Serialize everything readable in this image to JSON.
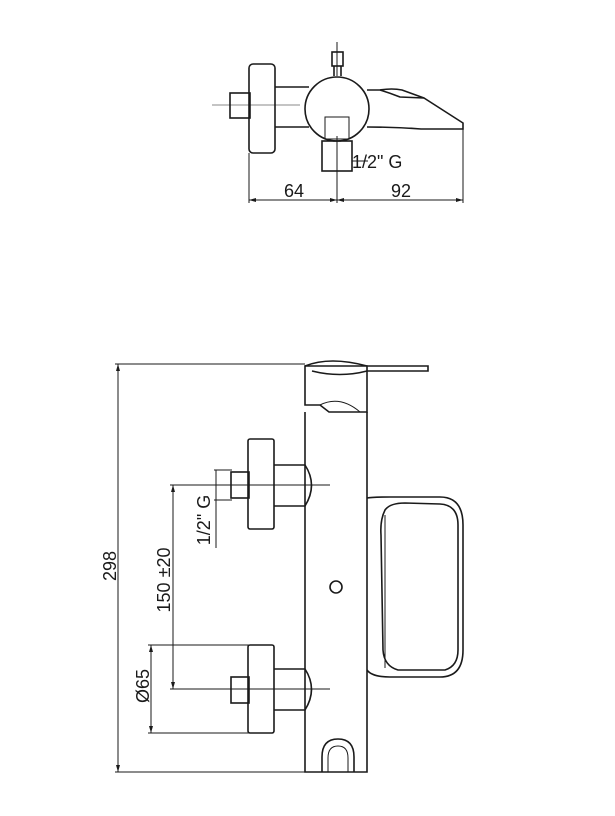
{
  "top_view": {
    "dim_left": "64",
    "dim_right": "92",
    "thread_label": "1/2\" G"
  },
  "front_view": {
    "overall_height": "298",
    "center_distance": "150 ±20",
    "thread_label": "1/2\" G",
    "flange_diameter": "Ø65"
  }
}
